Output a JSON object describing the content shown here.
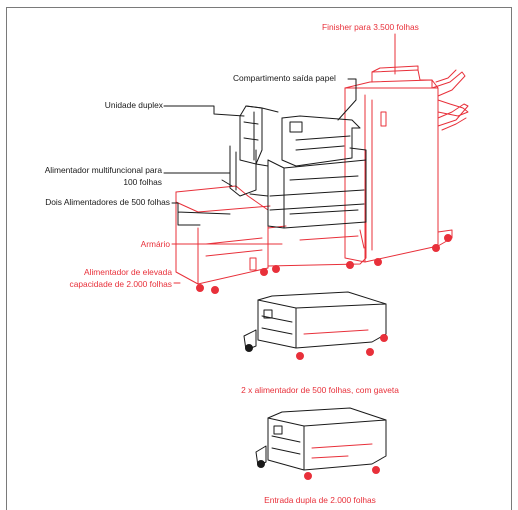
{
  "colors": {
    "accent": "#e8303a",
    "line": "#1a1a1a",
    "frame": "#7a7a7a"
  },
  "labels": {
    "finisher": "Finisher para 3.500 folhas",
    "output_tray": "Compartimento saída papel",
    "duplex": "Unidade duplex",
    "mpt_line1": "Alimentador multifuncional para",
    "mpt_line2": "100 folhas",
    "two_trays": "Dois Alimentadores de 500 folhas",
    "cabinet": "Armário",
    "hcf_line1": "Alimentador de elevada",
    "hcf_line2": "capacidade de 2.000 folhas",
    "option_500": "2 x alimentador de 500 folhas, com gaveta",
    "option_tandem": "Entrada dupla de 2.000 folhas"
  }
}
